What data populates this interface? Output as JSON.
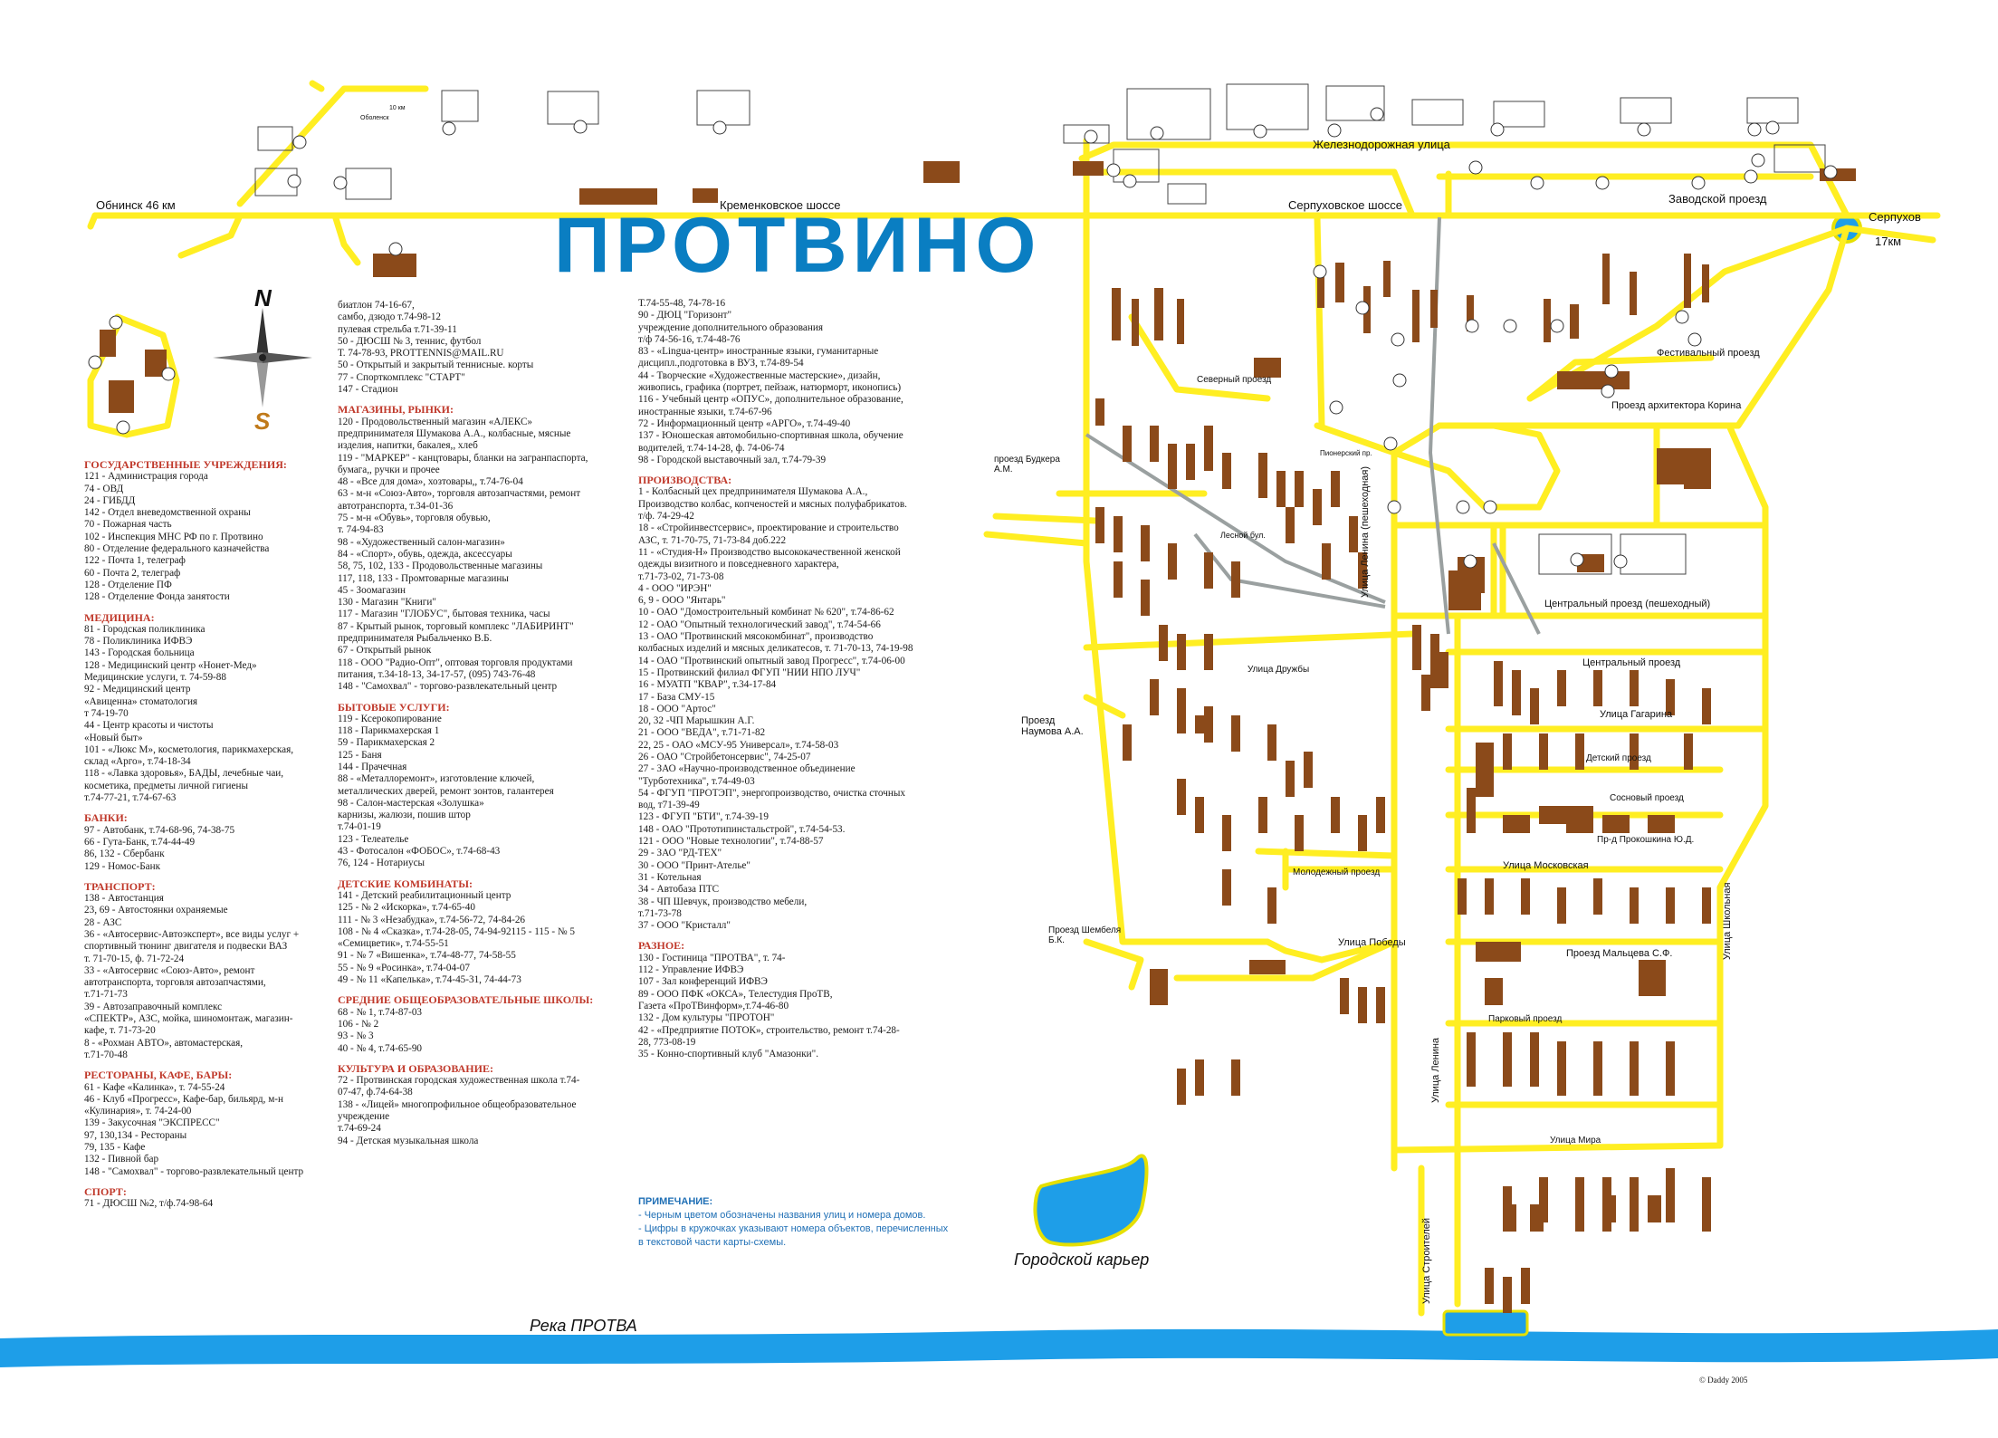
{
  "map": {
    "title": "ПРОТВИНО",
    "roads": {
      "obninsk": "Обнинск 46 км",
      "kremenki": "Кременковское шоссе",
      "serpukhov_hwy": "Серпуховское шоссе",
      "zheleznodorozhnaya": "Железнодорожная улица",
      "zavodskoy": "Заводской проезд",
      "serpukhov": "Серпухов",
      "km17": "17км",
      "festivalny": "Фестивальный проезд",
      "korin": "Проезд архитектора Корина",
      "severny": "Северный проезд",
      "budker": "проезд Будкера А.М.",
      "naumov": "Проезд Наумова А.А.",
      "central_ped": "Центральный проезд (пешеходный)",
      "central": "Центральный проезд",
      "lenina_ped": "Улица Ленина (пешеходная)",
      "gagarina": "Улица Гагарина",
      "detsky": "Детский проезд",
      "sosnovy": "Сосновый проезд",
      "prokoshkin": "Пр-д Прокошкина Ю.Д.",
      "moskovskaya": "Улица Московская",
      "molodezhny": "Молодежный проезд",
      "pobedy": "Улица Победы",
      "shembel": "Проезд Шембеля Б.К.",
      "maltsev": "Проезд Мальцева С.Ф.",
      "parkovy": "Парковый проезд",
      "lenina": "Улица Ленина",
      "mira": "Улица Мира",
      "shkolnaya": "Улица Школьная",
      "stroiteley": "Улица Строителей",
      "karier": "Городской карьер",
      "river": "Река ПРОТВА",
      "lesnaya": "Лесной бул.",
      "pioner": "Пионерский пр.",
      "ulitsa_druzhby": "Улица Дружбы",
      "obolensk": "Оболенск",
      "km10": "10 км"
    },
    "copyright": "© Daddy 2005",
    "colors": {
      "road": "#ffee22",
      "building": "#8b4a1a",
      "water": "#1e9ee8",
      "title": "#0a7ec2",
      "heading": "#c0392b",
      "note": "#1f6fb5"
    },
    "compass": {
      "n": "N",
      "s": "S"
    }
  },
  "legend_col1": [
    {
      "h": "ГОСУДАРСТВЕННЫЕ УЧРЕЖДЕНИЯ:"
    },
    "121 - Администрация города",
    "74 - ОВД",
    "24 - ГИБДД",
    "142 - Отдел вневедомственной охраны",
    "70 - Пожарная часть",
    "102 - Инспекция МНС РФ по г. Протвино",
    "80 - Отделение федерального казначейства",
    "122 - Почта 1, телеграф",
    "60 - Почта 2, телеграф",
    "128 - Отделение ПФ",
    "128 - Отделение Фонда занятости",
    {
      "h": "МЕДИЦИНА:"
    },
    "81 - Городская поликлиника",
    "78 - Поликлиника ИФВЭ",
    "143 - Городская больница",
    "128 - Медицинский центр «Нонет-Мед»",
    "Медицинские услуги, т. 74-59-88",
    "92 - Медицинский центр",
    "«Авиценна» стоматология",
    "т 74-19-70",
    "44 - Центр красоты и чистоты",
    "«Новый быт»",
    "101 - «Люкс М», косметология, парикмахерская,",
    "склад «Арго», т.74-18-34",
    "118 - «Лавка здоровья», БАДЫ, лечебные чаи,",
    "косметика, предметы личной гигиены",
    "т.74-77-21, т.74-67-63",
    {
      "h": "БАНКИ:"
    },
    "97 - Автобанк, т.74-68-96, 74-38-75",
    "66 - Гута-Банк, т.74-44-49",
    "86, 132 - Сбербанк",
    "129 - Номос-Банк",
    {
      "h": "ТРАНСПОРТ:"
    },
    "138 - Автостанция",
    "23, 69 - Автостоянки охраняемые",
    "28 - АЗС",
    "36 - «Автосервис-Автоэксперт», все виды услуг +",
    "спортивный тюнинг двигателя и подвески ВАЗ",
    "т. 71-70-15, ф. 71-72-24",
    "33 - «Автосервис «Союз-Авто», ремонт",
    "автотранспорта, торговля автозапчастями,",
    "т.71-71-73",
    "39 - Автозаправочный комплекс",
    "«СПЕКТР», АЗС, мойка, шиномонтаж, магазин-",
    "кафе, т. 71-73-20",
    "8 - «Рохман АВТО», автомастерская,",
    "т.71-70-48",
    {
      "h": "РЕСТОРАНЫ, КАФЕ, БАРЫ:"
    },
    "61 - Кафе «Калинка», т. 74-55-24",
    "46 - Клуб «Прогресс», Кафе-бар, бильярд, м-н",
    "«Кулинария», т. 74-24-00",
    "139 - Закусочная \"ЭКСПРЕСС\"",
    "97, 130,134 - Рестораны",
    "79, 135 - Кафе",
    "132 - Пивной бар",
    "148 - \"Самохвал\" - торгово-развлекательный центр",
    {
      "h": "СПОРТ:"
    },
    "71 - ДЮСШ №2, т/ф.74-98-64"
  ],
  "legend_col2": [
    "биатлон 74-16-67,",
    "самбо, дзюдо т.74-98-12",
    "пулевая стрельба т.71-39-11",
    "50 - ДЮСШ № 3, теннис, футбол",
    "Т. 74-78-93, PROTTENNIS@MAIL.RU",
    "50 - Открытый и закрытый теннисные. корты",
    "77 - Спорткомплекс \"СТАРТ\"",
    "147 - Стадион",
    {
      "h": "МАГАЗИНЫ, РЫНКИ:"
    },
    "120 - Продовольственный магазин «АЛЕКС»",
    "предпринимателя Шумакова А.А., колбасные, мясные",
    "изделия, напитки, бакалея,, хлеб",
    "119 - \"МАРКЕР\" - канцтовары, бланки на загранпаспорта,",
    "бумага,, ручки и прочее",
    "48 - «Все для дома», хозтовары,, т.74-76-04",
    "63 - м-н «Союз-Авто», торговля автозапчастями, ремонт",
    "автотранспорта, т.34-01-36",
    "75 - м-н «Обувь», торговля обувью,",
    "т. 74-94-83",
    "98 - «Художественный салон-магазин»",
    "84 - «Спорт», обувь, одежда, аксессуары",
    "58, 75, 102, 133 - Продовольственные магазины",
    "117, 118, 133 - Промтоварные магазины",
    "45 - Зоомагазин",
    "130 - Магазин \"Книги\"",
    "117 - Магазин \"ГЛОБУС\", бытовая техника, часы",
    "87 - Крытый рынок, торговый комплекс \"ЛАБИРИНТ\"",
    "предпринимателя Рыбальченко В.Б.",
    "67 - Открытый рынок",
    "118 - ООО \"Радио-Опт\", оптовая торговля продуктами",
    "питания, т.34-18-13, 34-17-57, (095) 743-76-48",
    "148 - \"Самохвал\" - торгово-развлекательный центр",
    {
      "h": "БЫТОВЫЕ УСЛУГИ:"
    },
    "119 - Ксерокопирование",
    "118 - Парикмахерская 1",
    "59 - Парикмахерская 2",
    "125 - Баня",
    "144 - Прачечная",
    "88 - «Металлоремонт», изготовление ключей,",
    "металлических дверей, ремонт зонтов, галантерея",
    "98 - Салон-мастерская «Золушка»",
    "карнизы, жалюзи, пошив штор",
    "т.74-01-19",
    "123 - Телеателье",
    "43 - Фотосалон «ФОБОС», т.74-68-43",
    "76, 124 - Нотариусы",
    {
      "h": "ДЕТСКИЕ КОМБИНАТЫ:"
    },
    "141 - Детский реабилитационный центр",
    "125 - № 2 «Искорка», т.74-65-40",
    "111 - № 3 «Незабудка», т.74-56-72, 74-84-26",
    "108 - № 4 «Сказка», т.74-28-05, 74-94-92115 - 115 - № 5",
    "«Семицветик», т.74-55-51",
    "91 - № 7 «Вишенка», т.74-48-77, 74-58-55",
    "55 - № 9 «Росинка», т.74-04-07",
    "49 - № 11 «Капелька», т.74-45-31, 74-44-73",
    {
      "h": "СРЕДНИЕ ОБЩЕОБРАЗОВАТЕЛЬНЫЕ ШКОЛЫ:"
    },
    "68 - № 1, т.74-87-03",
    "106 - № 2",
    "93 - № 3",
    "40 - № 4, т.74-65-90",
    {
      "h": "КУЛЬТУРА И ОБРАЗОВАНИЕ:"
    },
    "72 - Протвинская городская художественная школа т.74-",
    "07-47, ф.74-64-38",
    "138 - «Лицей» многопрофильное общеобразовательное",
    "учреждение",
    "т.74-69-24",
    "94 - Детская музыкальная школа"
  ],
  "legend_col3": [
    "Т.74-55-48, 74-78-16",
    "90 - ДЮЦ \"Горизонт\"",
    "учреждение дополнительного образования",
    "т/ф 74-56-16, т.74-48-76",
    "83 - «Lingua-центр» иностранные языки, гуманитарные",
    "дисципл.,подготовка в ВУЗ, т.74-89-54",
    "44 - Творческие «Художественные мастерские», дизайн,",
    "живопись, графика (портрет, пейзаж, натюрморт, иконопись)",
    "116 - Учебный центр «ОПУС», дополнительное образование,",
    "иностранные языки, т.74-67-96",
    "72 - Информационный центр «АРГО», т.74-49-40",
    "137 - Юношеская автомобильно-спортивная школа, обучение",
    "водителей, т.74-14-28, ф. 74-06-74",
    "98 - Городской выставочный зал, т.74-79-39",
    {
      "h": "ПРОИЗВОДСТВА:"
    },
    "1 - Колбасный цех предпринимателя Шумакова А.А.,",
    "Производство колбас, копченостей и мясных полуфабрикатов.",
    "т/ф. 74-29-42",
    "18 - «Стройинвестсервис», проектирование и строительство",
    "АЗС, т. 71-70-75, 71-73-84 доб.222",
    "11 - «Студия-Н» Производство высококачественной женской",
    "одежды визитного и повседневного характера,",
    "т.71-73-02, 71-73-08",
    "4 - ООО \"ИРЭН\"",
    "6, 9 - ООО \"Янтарь\"",
    "10 - ОАО \"Домостроительный комбинат № 620\", т.74-86-62",
    "12 - ОАО \"Опытный технологический завод\", т.74-54-66",
    "13 - ОАО \"Протвинский мясокомбинат\", производство",
    "колбасных изделий и мясных деликатесов, т. 71-70-13, 74-19-98",
    "14 - ОАО \"Протвинский опытный завод Прогресс\", т.74-06-00",
    "15 - Протвинский филиал ФГУП \"НИИ НПО ЛУЧ\"",
    "16 - МУАТП \"КВАР\", т.34-17-84",
    "17 - База СМУ-15",
    "18 - ООО \"Артос\"",
    "20, 32 -ЧП Марышкин А.Г.",
    "21 - ООО \"ВЕДА\", т.71-71-82",
    "22, 25 - ОАО «МСУ-95 Универсал», т.74-58-03",
    "26 - ОАО \"Стройбетонсервис\", 74-25-07",
    "27 - ЗАО «Научно-производственное объединение",
    "\"Турботехника\", т.74-49-03",
    "54 - ФГУП \"ПРОТЭП\", энергопроизводство, очистка сточных",
    "вод, т71-39-49",
    "123 - ФГУП \"БТИ\", т.74-39-19",
    "148 - ОАО \"Прототипинстальстрой\", т.74-54-53.",
    "121 - ООО \"Новые технологии\", т.74-88-57",
    "29 - ЗАО \"РД-ТЕХ\"",
    "30 - ООО \"Принт-Ателье\"",
    "31 - Котельная",
    "34 - Автобаза ПТС",
    "38 - ЧП Шевчук, производство мебели,",
    "т.71-73-78",
    "37 - ООО \"Кристалл\"",
    {
      "h": "РАЗНОЕ:"
    },
    "130 - Гостиница \"ПРОТВА\", т. 74-",
    "112 - Управление ИФВЭ",
    "107 - Зал конференций ИФВЭ",
    "89 - ООО ПФК «ОКСА», Телестудия ПроТВ,",
    "Газета «ПроТВинформ»,т.74-46-80",
    "132 - Дом культуры \"ПРОТОН\"",
    "42 - «Предприятие ПОТОК», строительство, ремонт т.74-28-",
    "28, 773-08-19",
    "35 - Конно-спортивный клуб \"Амазонки\"."
  ],
  "note": {
    "title": "ПРИМЕЧАНИЕ:",
    "line1": "- Черным цветом обозначены названия улиц и номера домов.",
    "line2": "- Цифры в кружочках указывают номера объектов, перечисленных",
    "line3": "в текстовой части карты-схемы."
  }
}
